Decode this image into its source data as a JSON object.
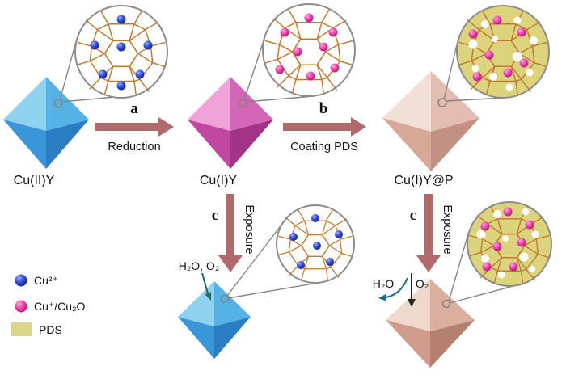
{
  "diagram": {
    "stages": {
      "cu2y": {
        "label": "Cu(II)Y"
      },
      "cu1y": {
        "label": "Cu(I)Y"
      },
      "cu1yp": {
        "label": "Cu(I)Y@P"
      }
    },
    "arrows": {
      "a": {
        "letter": "a",
        "caption": "Reduction"
      },
      "b": {
        "letter": "b",
        "caption": "Coating PDS"
      },
      "c_left": {
        "letter": "c",
        "caption": "Exposure"
      },
      "c_right": {
        "letter": "c",
        "caption": "Exposure"
      }
    },
    "annotations": {
      "h2o_o2": "H₂O, O₂",
      "h2o": "H₂O",
      "o2": "O₂"
    },
    "legend": {
      "items": [
        {
          "label": "Cu²⁺",
          "swatch": "blue-sphere",
          "color": "#2743c8"
        },
        {
          "label": "Cu⁺/Cu₂O",
          "swatch": "pink-sphere",
          "color": "#ef4fb0"
        },
        {
          "label": "PDS",
          "swatch": "yellow-square",
          "color": "#ddd58a"
        }
      ]
    },
    "colors": {
      "arrow": "#b16a6c",
      "cage": "#c07a30",
      "pds_fill": "#dcd47c"
    }
  }
}
